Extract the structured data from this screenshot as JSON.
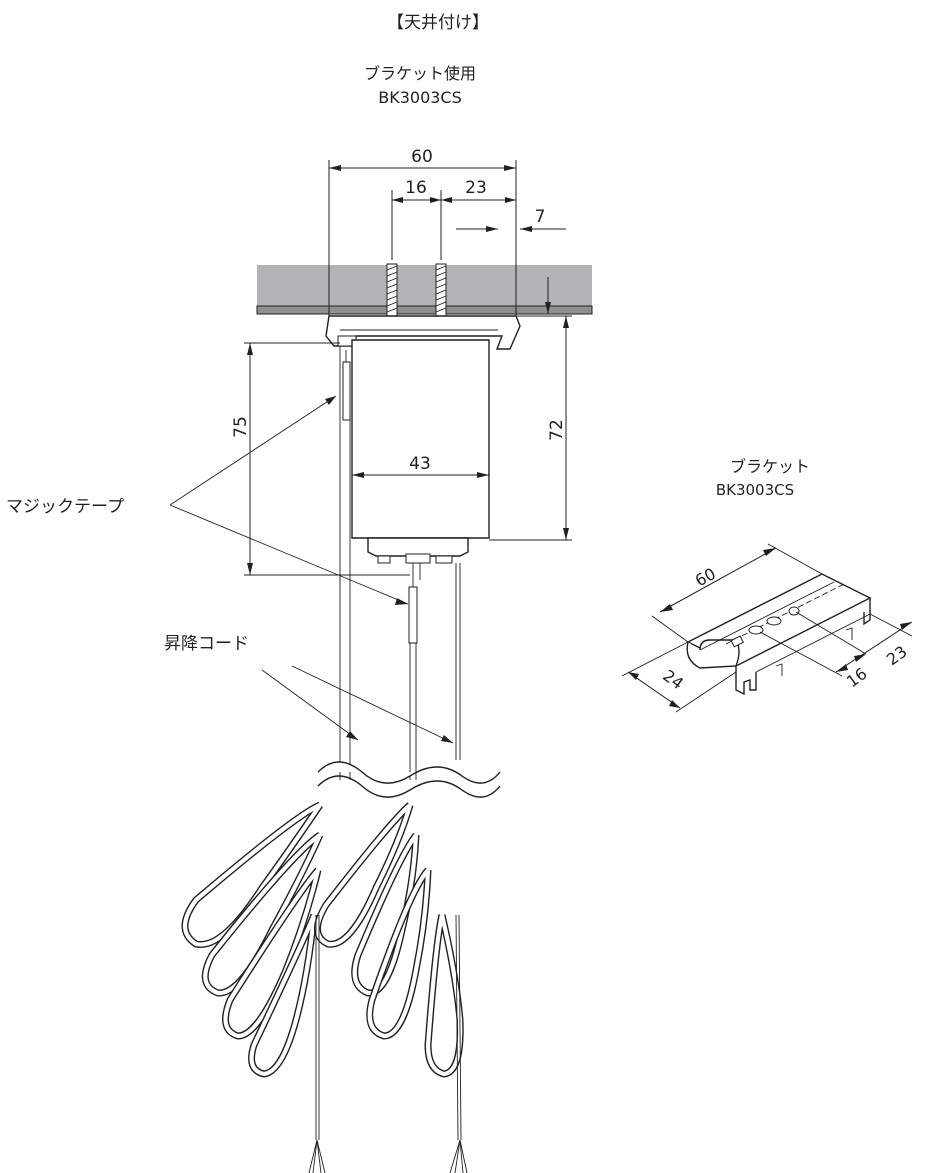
{
  "header": {
    "title": "【天井付け】",
    "subtitle_line1": "ブラケット使用",
    "subtitle_line2": "BK3003CS"
  },
  "main_dimensions": {
    "width_total": "60",
    "screw_spacing": "16",
    "screw_to_edge": "23",
    "edge_offset": "7",
    "tape_height": "75",
    "head_height": "72",
    "head_width": "43"
  },
  "labels": {
    "velcro": "マジックテープ",
    "lift_cord": "昇降コード"
  },
  "bracket_detail": {
    "name": "ブラケット",
    "model": "BK3003CS",
    "length": "60",
    "depth": "24",
    "hole_spacing": "16",
    "hole_to_edge": "23"
  },
  "colors": {
    "ceiling": "#b2b3b5",
    "line": "#231f20"
  }
}
